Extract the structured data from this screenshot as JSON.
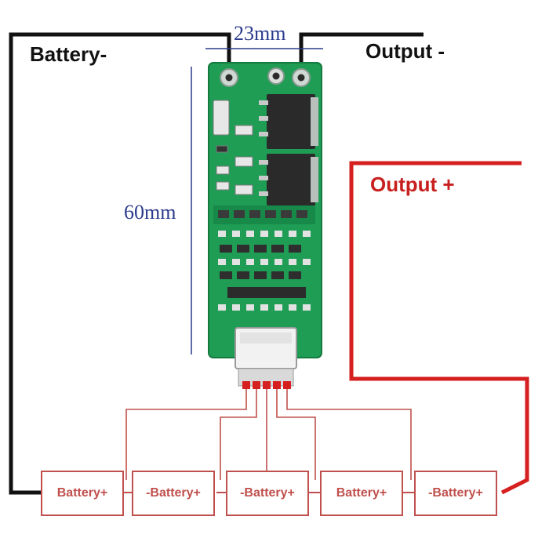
{
  "labels": {
    "battery_neg": "Battery-",
    "output_neg": "Output -",
    "output_pos": "Output +",
    "width_dim": "23mm",
    "height_dim": "60mm"
  },
  "cells": [
    {
      "label": "Battery+"
    },
    {
      "label": "-Battery+"
    },
    {
      "label": "-Battery+"
    },
    {
      "label": "Battery+"
    },
    {
      "label": "-Battery+"
    }
  ],
  "colors": {
    "wire_black": "#111111",
    "wire_red": "#d61f1f",
    "balance_wire": "#c0504d",
    "pcb_green": "#1f9d55",
    "dimension": "#2b3a8c"
  }
}
